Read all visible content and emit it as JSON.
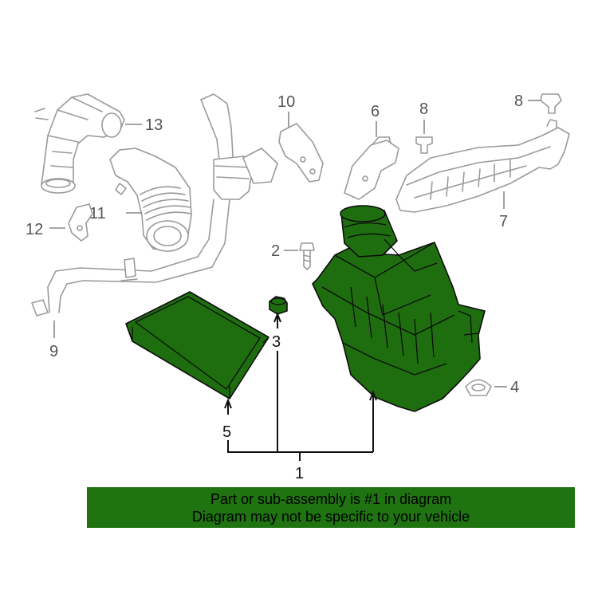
{
  "callouts": {
    "c1": "1",
    "c2": "2",
    "c3": "3",
    "c4": "4",
    "c5": "5",
    "c6": "6",
    "c7": "7",
    "c8a": "8",
    "c8b": "8",
    "c9": "9",
    "c10": "10",
    "c11": "11",
    "c12": "12",
    "c13": "13"
  },
  "banner": {
    "line1": "Part or sub-assembly is #1 in diagram",
    "line2": "Diagram may not be specific to your vehicle"
  },
  "colors": {
    "highlight": "#1e6e0f",
    "banner": "#1f7411",
    "ghost": "#9a9a9a"
  }
}
